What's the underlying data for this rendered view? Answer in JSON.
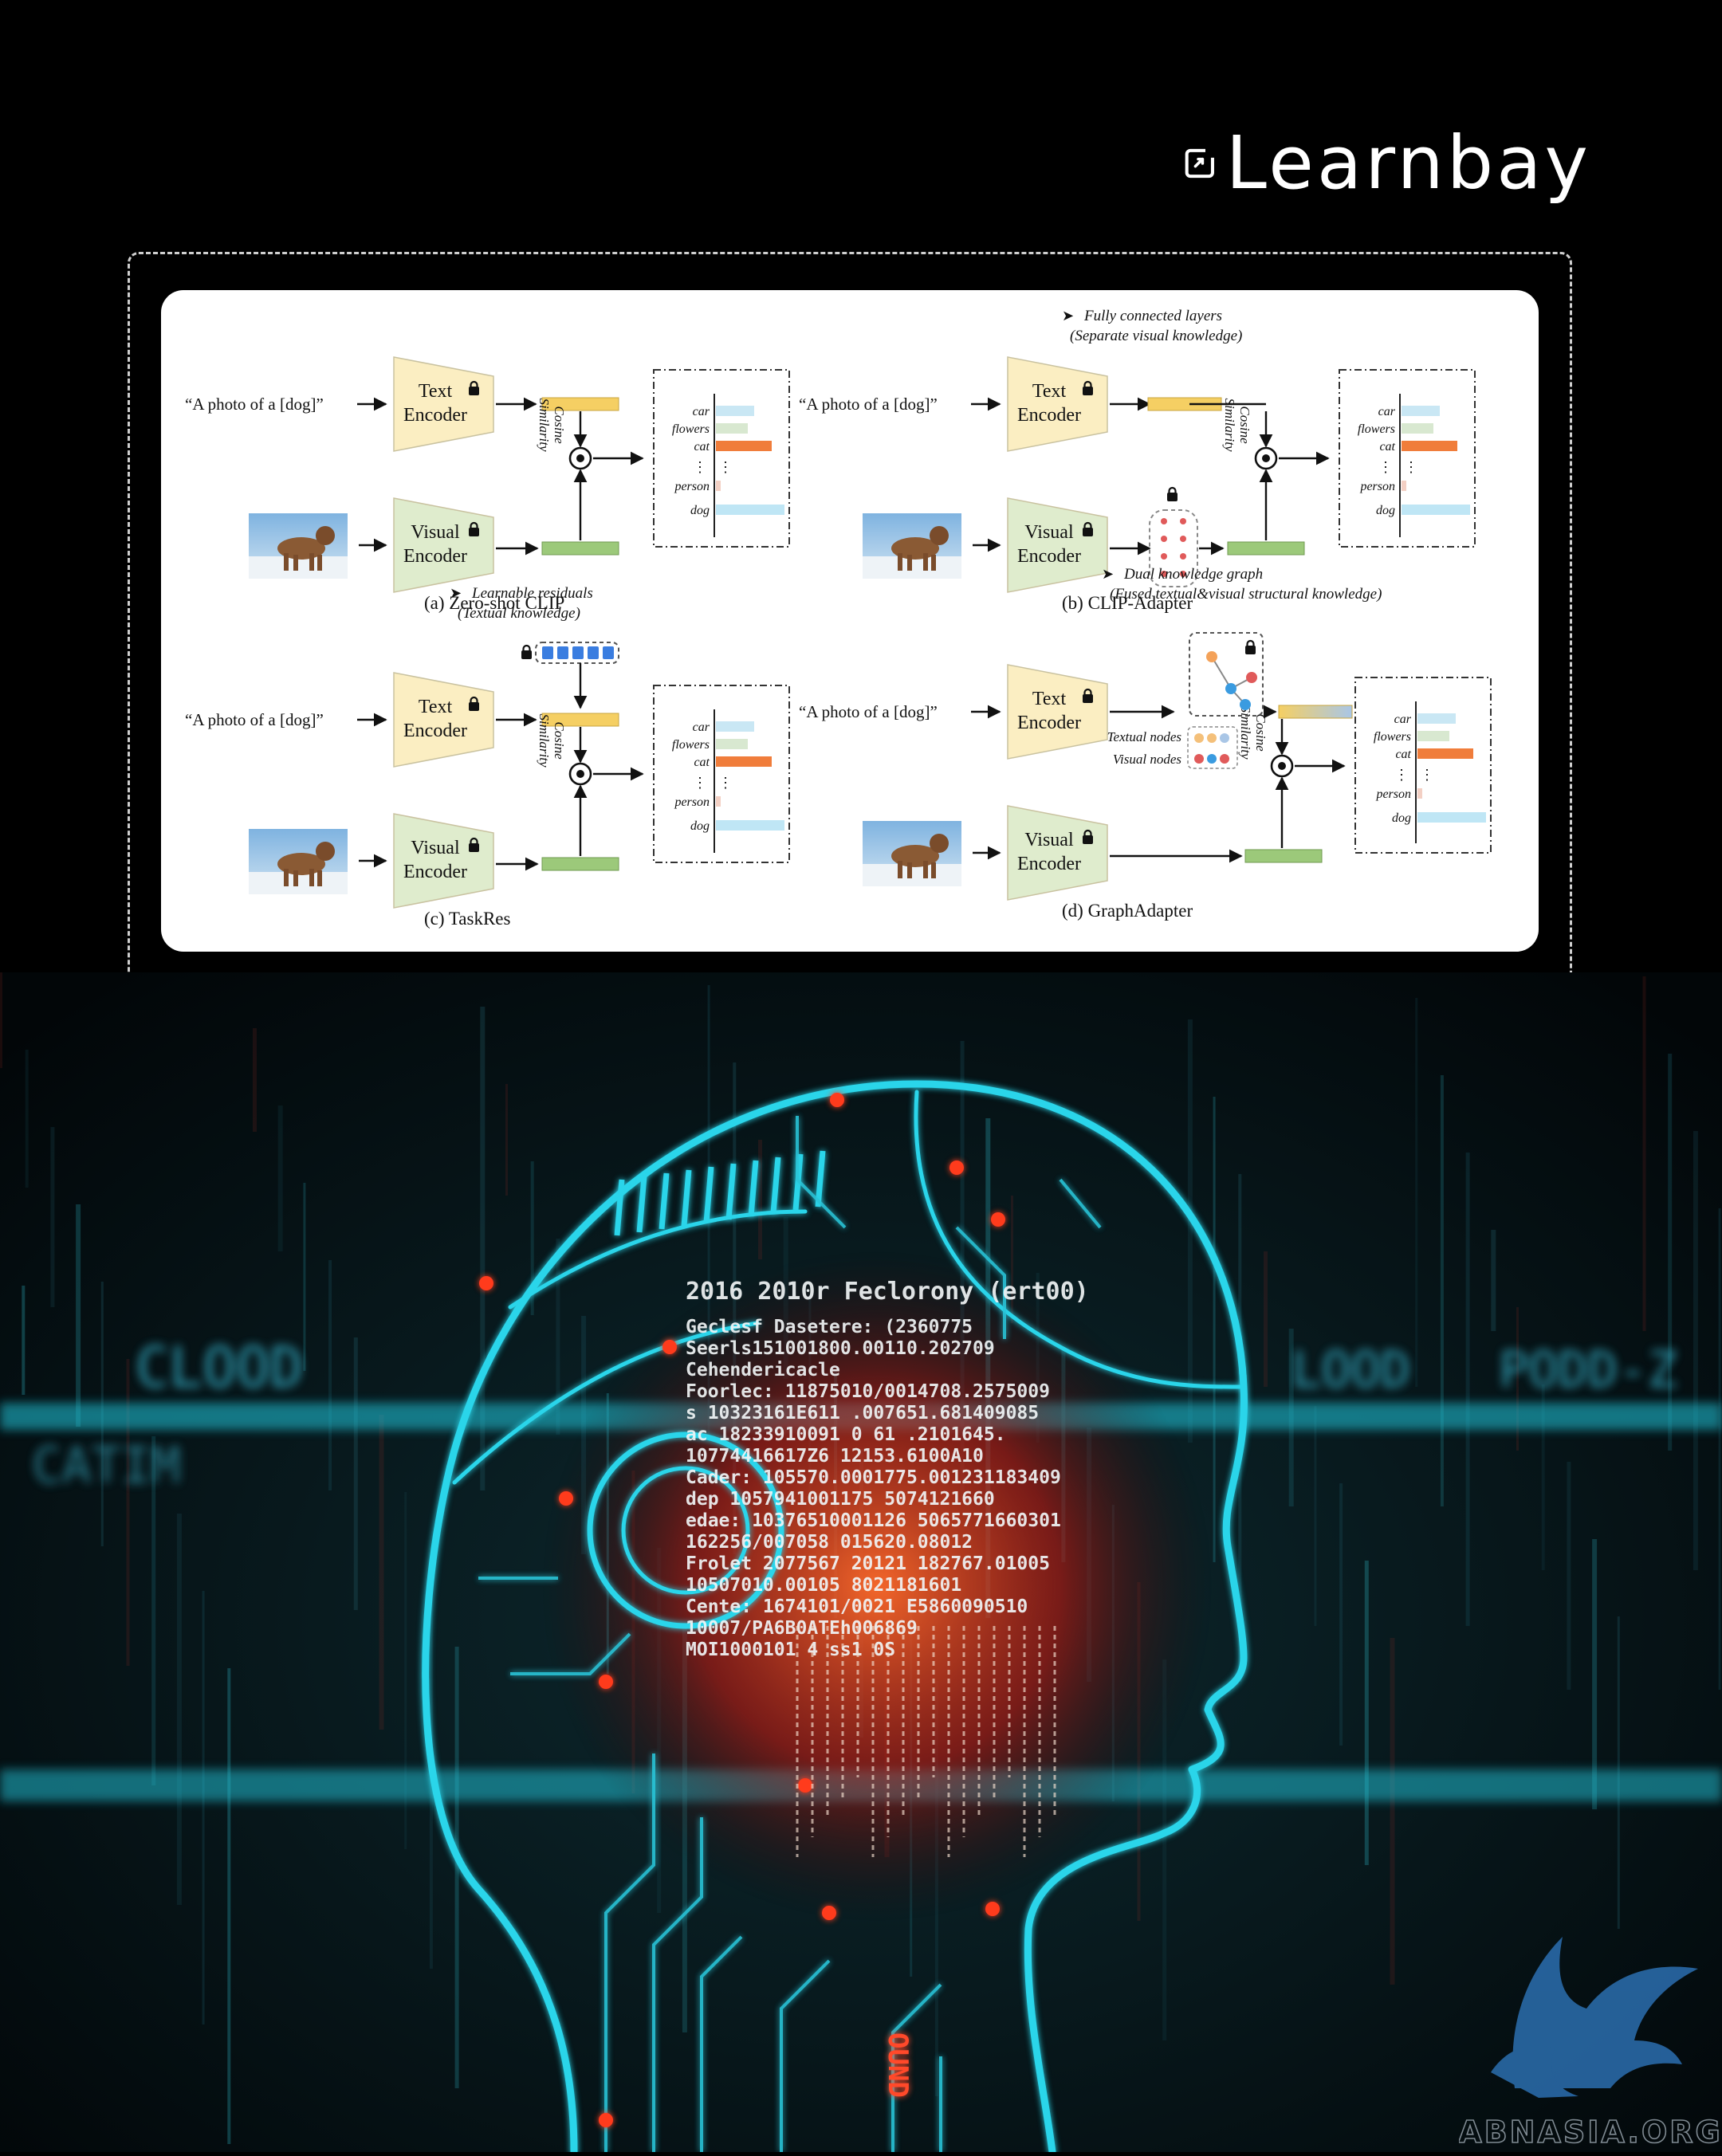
{
  "brand": {
    "name": "Learnbay",
    "logo_icon": "learnbay-logo-icon"
  },
  "colors": {
    "text_encoder": "#fbeec2",
    "visual_encoder": "#dfeccd",
    "text_feature": "#f5cf63",
    "visual_feature": "#9cc97a",
    "bar_car": "#c9e7f4",
    "bar_flowers": "#d8e8d0",
    "bar_cat": "#f07d3b",
    "bar_dog": "#bfe6f5",
    "hologram_cyan": "#29d5ea",
    "hologram_red": "#ff3a1f"
  },
  "diagram": {
    "prompt": "“A photo of a [dog]”",
    "text_encoder": [
      "Text",
      "Encoder"
    ],
    "visual_encoder": [
      "Visual",
      "Encoder"
    ],
    "cosine": [
      "Cosine",
      "Similarity"
    ],
    "classes": [
      "car",
      "flowers",
      "cat",
      "person",
      "dog"
    ],
    "panels": [
      {
        "caption": "(a)  Zero-shot CLIP"
      },
      {
        "caption": "(b)  CLIP-Adapter",
        "note_title": "Fully connected layers",
        "note_sub": "(Separate visual knowledge)"
      },
      {
        "caption": "(c)  TaskRes",
        "note_title": "Learnable residuals",
        "note_sub": "(Textual knowledge)"
      },
      {
        "caption": "(d)  GraphAdapter",
        "note_title": "Dual knowledge graph",
        "note_sub": "(Fused textual&visual structural knowledge)",
        "textual_nodes": "Textual nodes",
        "visual_nodes": "Visual nodes"
      }
    ]
  },
  "hologram": {
    "lines": [
      "2016 2010r Feclorony (ert00)",
      "Geclesf Dasetere:  (2360775",
      "Seerls151001800.00110.202709",
      "Cehendericacle",
      "Foorlec: 11875010/0014708.2575009",
      "s        10323161E611   .007651.681409085",
      "ac        18233910091       0 61 .2101645.",
      "            10774416617Z6   12153.6100A10",
      "Cader: 105570.0001775.001231183409",
      "dep      1057941001175 5074121660",
      "edae: 10376510001126 5065771660301",
      "            162256/007058  015620.08012",
      "Frolet    2077567 20121   182767.01005",
      "            10507010.00105 8021181601",
      "Cente: 1674101/0021   E5860090510",
      "            10007/PA6B0ATEh006869",
      "MOI1000101 4 ss1 0S"
    ],
    "side_left": "CLOOD",
    "side_left_2": "CATIM",
    "side_right": "LOOD",
    "side_right_2": "PODD-Z",
    "neck": "OUND"
  },
  "watermark": {
    "text": "ABNASIA.ORG",
    "icon": "griffin-icon"
  }
}
